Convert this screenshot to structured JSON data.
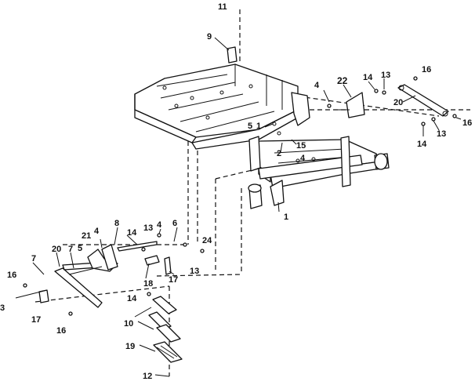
{
  "callouts": [
    {
      "id": "c-11a",
      "text": "11"
    },
    {
      "id": "c-9",
      "text": "9"
    },
    {
      "id": "c-4a",
      "text": "4"
    },
    {
      "id": "c-22",
      "text": "22"
    },
    {
      "id": "c-14a",
      "text": "14"
    },
    {
      "id": "c-13a",
      "text": "13"
    },
    {
      "id": "c-16a",
      "text": "16"
    },
    {
      "id": "c-20a",
      "text": "20"
    },
    {
      "id": "c-16b",
      "text": "16"
    },
    {
      "id": "c-14b",
      "text": "14"
    },
    {
      "id": "c-13b",
      "text": "13"
    },
    {
      "id": "c-5a",
      "text": "5"
    },
    {
      "id": "c-1a",
      "text": "1"
    },
    {
      "id": "c-2",
      "text": "2"
    },
    {
      "id": "c-15",
      "text": "15"
    },
    {
      "id": "c-4b",
      "text": "4"
    },
    {
      "id": "c-1b",
      "text": "1"
    },
    {
      "id": "c-8",
      "text": "8"
    },
    {
      "id": "c-14c",
      "text": "14"
    },
    {
      "id": "c-13c",
      "text": "13"
    },
    {
      "id": "c-4c",
      "text": "4"
    },
    {
      "id": "c-6",
      "text": "6"
    },
    {
      "id": "c-21",
      "text": "21"
    },
    {
      "id": "c-4d",
      "text": "4"
    },
    {
      "id": "c-24",
      "text": "24"
    },
    {
      "id": "c-7a",
      "text": "7"
    },
    {
      "id": "c-20b",
      "text": "20"
    },
    {
      "id": "c-7b",
      "text": "7"
    },
    {
      "id": "c-5b",
      "text": "5"
    },
    {
      "id": "c-16c",
      "text": "16"
    },
    {
      "id": "c-18",
      "text": "18"
    },
    {
      "id": "c-17a",
      "text": "17"
    },
    {
      "id": "c-13d",
      "text": "13"
    },
    {
      "id": "c-3",
      "text": "3"
    },
    {
      "id": "c-17b",
      "text": "17"
    },
    {
      "id": "c-14d",
      "text": "14"
    },
    {
      "id": "c-16d",
      "text": "16"
    },
    {
      "id": "c-10",
      "text": "10"
    },
    {
      "id": "c-19",
      "text": "19"
    },
    {
      "id": "c-12",
      "text": "12"
    }
  ]
}
